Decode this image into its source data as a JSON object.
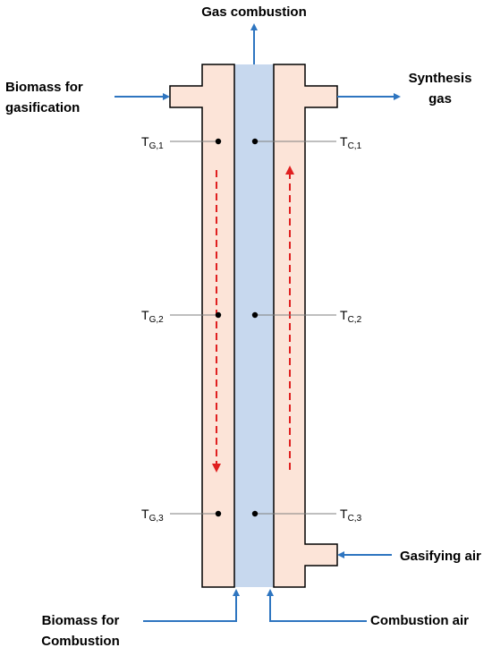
{
  "labels": {
    "gas_combustion": "Gas combustion",
    "biomass_gasification_line1": "Biomass for",
    "biomass_gasification_line2": "gasification",
    "synthesis_gas_line1": "Synthesis",
    "synthesis_gas_line2": "gas",
    "gasifying_air": "Gasifying air",
    "biomass_combustion_line1": "Biomass for",
    "biomass_combustion_line2": "Combustion",
    "combustion_air": "Combustion air"
  },
  "sensors": {
    "gasifier": [
      {
        "base": "T",
        "sub": "G,1"
      },
      {
        "base": "T",
        "sub": "G,2"
      },
      {
        "base": "T",
        "sub": "G,3"
      }
    ],
    "combustor": [
      {
        "base": "T",
        "sub": "C,1"
      },
      {
        "base": "T",
        "sub": "C,2"
      },
      {
        "base": "T",
        "sub": "C,3"
      }
    ]
  },
  "colors": {
    "gasifier_fill": "#fce4d8",
    "combustor_fill": "#c7d8ee",
    "outline": "#000000",
    "flow_arrow": "#2e75c0",
    "direction_arrow": "#e02020",
    "leader_line": "#7f7f7f"
  }
}
